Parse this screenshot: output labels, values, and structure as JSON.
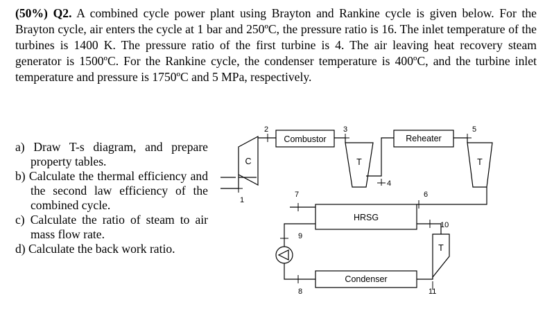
{
  "problem": {
    "label": "(50%) Q2.",
    "text": "A combined cycle power plant using Brayton and Rankine cycle is given below. For the Brayton cycle, air enters the cycle at 1 bar and 250ºC, the pressure ratio is 16. The inlet temperature of the turbines is 1400 K. The pressure ratio of the first turbine is 4. The air leaving heat recovery steam generator is 1500ºC. For the Rankine cycle, the condenser temperature is 400ºC, and the turbine inlet temperature and pressure is 1750ºC and 5 MPa, respectively."
  },
  "questions": [
    "a) Draw T-s diagram, and prepare property tables.",
    "b) Calculate the thermal efficiency and the second law efficiency of the combined cycle.",
    "c) Calculate the ratio of steam to air mass flow rate.",
    "d) Calculate the back work ratio."
  ],
  "diagram": {
    "components": {
      "combustor": "Combustor",
      "reheater": "Reheater",
      "hrsg": "HRSG",
      "condenser": "Condenser",
      "compressor": "C",
      "turbine": "T"
    },
    "states": [
      "1",
      "2",
      "3",
      "4",
      "5",
      "6",
      "7",
      "8",
      "9",
      "10",
      "11"
    ]
  }
}
